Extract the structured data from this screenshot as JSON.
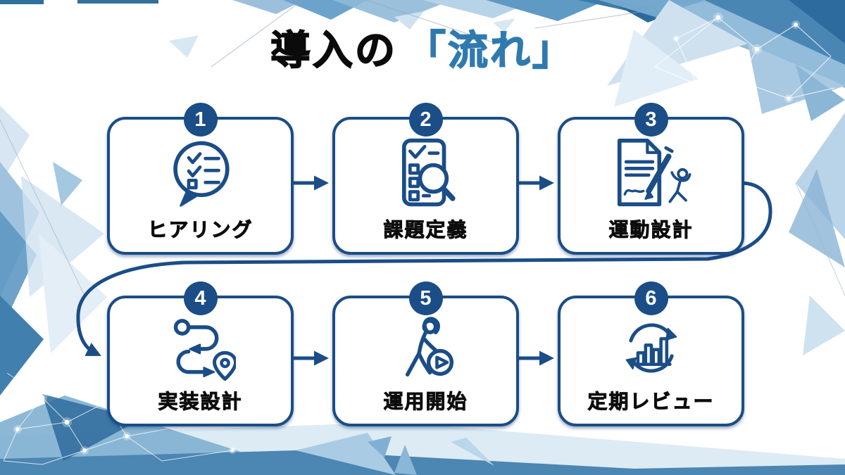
{
  "slide": {
    "title": {
      "prefix": "導入の",
      "highlight": "「流れ」"
    },
    "steps": [
      {
        "number": "1",
        "label": "ヒアリング",
        "icon": "speech-bubble-checklist-icon"
      },
      {
        "number": "2",
        "label": "課題定義",
        "icon": "checklist-magnifier-icon"
      },
      {
        "number": "3",
        "label": "運動設計",
        "icon": "document-pen-stretch-icon"
      },
      {
        "number": "4",
        "label": "実装設計",
        "icon": "route-map-pin-icon"
      },
      {
        "number": "5",
        "label": "運用開始",
        "icon": "stretching-person-play-icon"
      },
      {
        "number": "6",
        "label": "定期レビュー",
        "icon": "bar-chart-cycle-icon"
      }
    ],
    "colors": {
      "navy": "#1b4d87",
      "title_highlight_blue": "#2f7ab0",
      "label_text": "#0d0d0d",
      "background_light_blue": "#cfe2f0",
      "background_mid_blue": "#7fb0d4"
    }
  }
}
